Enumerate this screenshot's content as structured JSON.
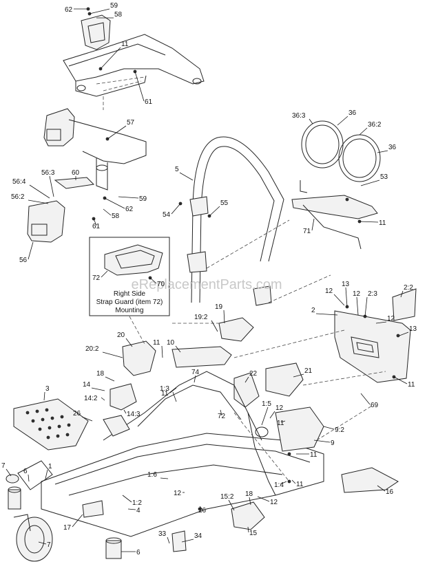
{
  "watermark": "eReplacementParts.com",
  "inset": {
    "line1": "Right Side",
    "line2": "Strap Guard (item 72)",
    "line3": "Mounting"
  },
  "callouts": [
    {
      "text": "62"
    },
    {
      "text": "59"
    },
    {
      "text": "58"
    },
    {
      "text": "11"
    },
    {
      "text": "61"
    },
    {
      "text": "57"
    },
    {
      "text": "56:3"
    },
    {
      "text": "60"
    },
    {
      "text": "56:4"
    },
    {
      "text": "56:2"
    },
    {
      "text": "59"
    },
    {
      "text": "62"
    },
    {
      "text": "58"
    },
    {
      "text": "61"
    },
    {
      "text": "56"
    },
    {
      "text": "5"
    },
    {
      "text": "55"
    },
    {
      "text": "54"
    },
    {
      "text": "72"
    },
    {
      "text": "70"
    },
    {
      "text": "36:3"
    },
    {
      "text": "36"
    },
    {
      "text": "36:2"
    },
    {
      "text": "36"
    },
    {
      "text": "53"
    },
    {
      "text": "11"
    },
    {
      "text": "71"
    },
    {
      "text": "12"
    },
    {
      "text": "13"
    },
    {
      "text": "12"
    },
    {
      "text": "2:3"
    },
    {
      "text": "2:2"
    },
    {
      "text": "2"
    },
    {
      "text": "12"
    },
    {
      "text": "13"
    },
    {
      "text": "11"
    },
    {
      "text": "19"
    },
    {
      "text": "19:2"
    },
    {
      "text": "20"
    },
    {
      "text": "11"
    },
    {
      "text": "10"
    },
    {
      "text": "20:2"
    },
    {
      "text": "18"
    },
    {
      "text": "14"
    },
    {
      "text": "11"
    },
    {
      "text": "74"
    },
    {
      "text": "22"
    },
    {
      "text": "21"
    },
    {
      "text": "69"
    },
    {
      "text": "3"
    },
    {
      "text": "14:2"
    },
    {
      "text": "1:3"
    },
    {
      "text": "14:3"
    },
    {
      "text": "26"
    },
    {
      "text": "72"
    },
    {
      "text": "1:5"
    },
    {
      "text": "12"
    },
    {
      "text": "11"
    },
    {
      "text": "9:2"
    },
    {
      "text": "9"
    },
    {
      "text": "11"
    },
    {
      "text": "7"
    },
    {
      "text": "6"
    },
    {
      "text": "1"
    },
    {
      "text": "1:6"
    },
    {
      "text": "12"
    },
    {
      "text": "1:2"
    },
    {
      "text": "1:4"
    },
    {
      "text": "11"
    },
    {
      "text": "16"
    },
    {
      "text": "15:2"
    },
    {
      "text": "18"
    },
    {
      "text": "4"
    },
    {
      "text": "26"
    },
    {
      "text": "12"
    },
    {
      "text": "17"
    },
    {
      "text": "7"
    },
    {
      "text": "33"
    },
    {
      "text": "34"
    },
    {
      "text": "15"
    },
    {
      "text": "6"
    }
  ]
}
